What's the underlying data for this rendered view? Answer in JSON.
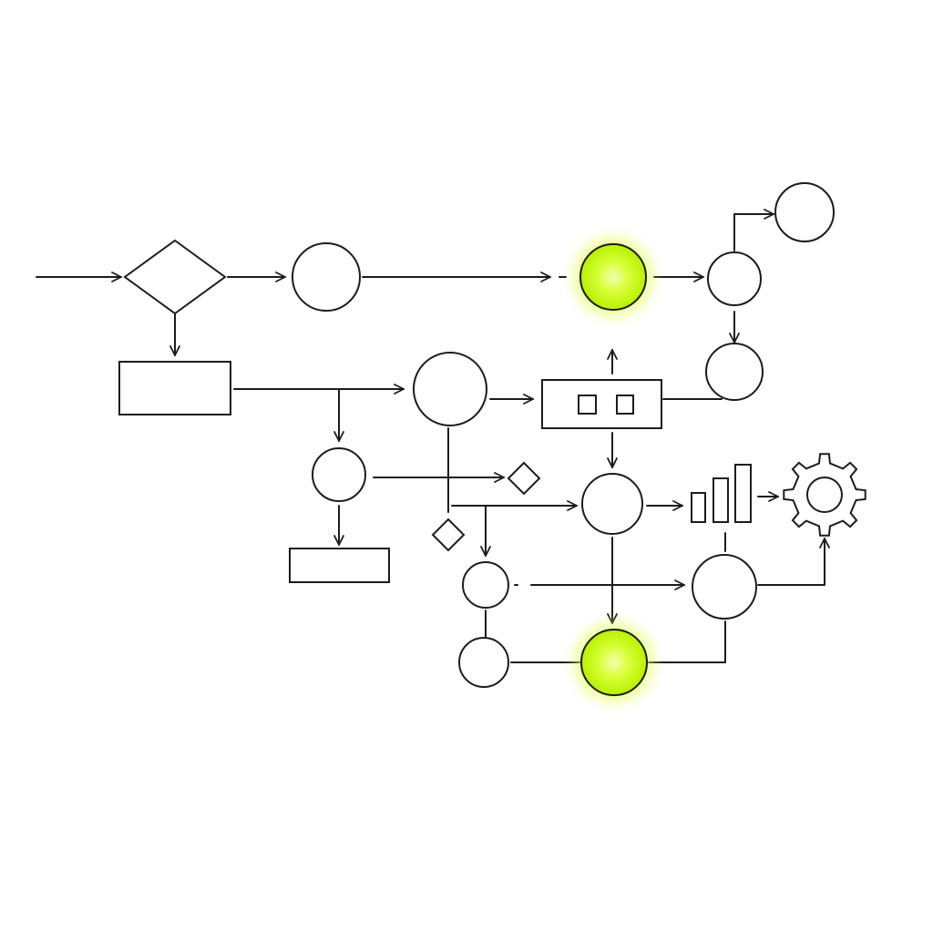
{
  "diagram": {
    "type": "flowchart",
    "background": "#ffffff",
    "line_color": "#1c1c1c",
    "highlight_color": "#b8f000",
    "highlight_glow_color": "#e6ff66",
    "highlighted_nodes": [
      "circle-node-highlighted-top",
      "circle-node-highlighted-bottom"
    ],
    "decorative_icons": [
      "bar-chart-icon",
      "gear-icon"
    ],
    "labels": []
  }
}
